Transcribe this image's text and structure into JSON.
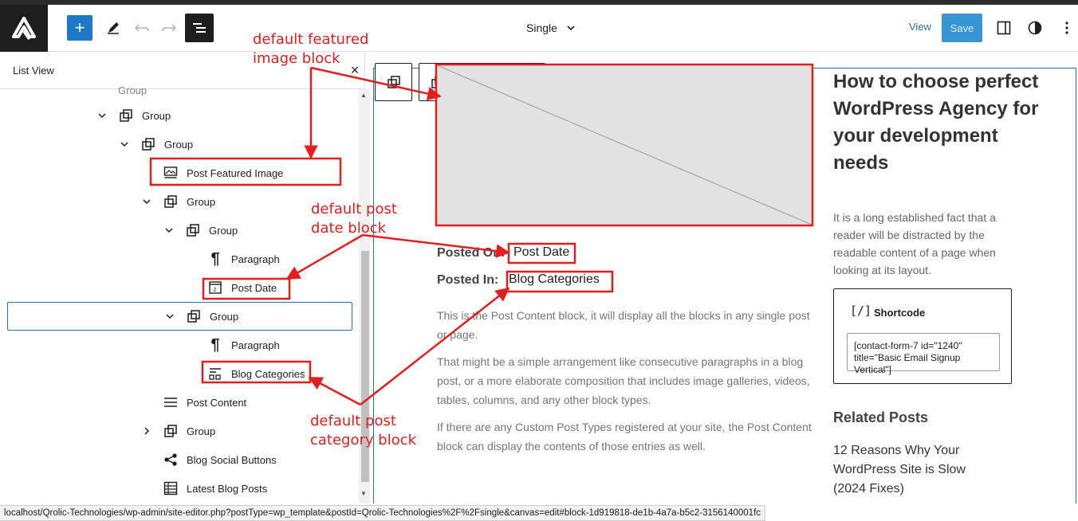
{
  "header": {
    "template_title": "Single",
    "view_label": "View",
    "save_label": "Save",
    "accent_color": "#1e78c8"
  },
  "sidebar": {
    "title": "List View",
    "close_label": "×",
    "items": [
      {
        "label": "Group",
        "icon": "group-icon",
        "chevron": "chevron-down-icon"
      },
      {
        "label": "Group",
        "icon": "group-icon",
        "chevron": "chevron-down-icon"
      },
      {
        "label": "Post Featured Image",
        "icon": "featured-image-icon"
      },
      {
        "label": "Group",
        "icon": "group-icon",
        "chevron": "chevron-down-icon"
      },
      {
        "label": "Group",
        "icon": "group-icon",
        "chevron": "chevron-down-icon"
      },
      {
        "label": "Paragraph",
        "icon": "paragraph-icon"
      },
      {
        "label": "Post Date",
        "icon": "post-date-icon"
      },
      {
        "label": "Group",
        "icon": "group-icon",
        "chevron": "chevron-down-icon"
      },
      {
        "label": "Paragraph",
        "icon": "paragraph-icon"
      },
      {
        "label": "Blog Categories",
        "icon": "categories-icon"
      },
      {
        "label": "Post Content",
        "icon": "post-content-icon"
      },
      {
        "label": "Group",
        "icon": "group-icon",
        "chevron": "chevron-right-icon"
      },
      {
        "label": "Blog Social Buttons",
        "icon": "share-icon"
      },
      {
        "label": "Latest Blog Posts",
        "icon": "latest-posts-icon"
      }
    ]
  },
  "canvas": {
    "posted_on_label": "Posted On:",
    "posted_on_value": "Post Date",
    "posted_in_label": "Posted In:",
    "posted_in_value": "Blog Categories",
    "content_paragraphs": [
      "This is the Post Content block, it will display all the blocks in any single post or page.",
      "That might be a simple arrangement like consecutive paragraphs in a blog post, or a more elaborate composition that includes image galleries, videos, tables, columns, and any other block types.",
      "If there are any Custom Post Types registered at your site, the Post Content block can display the contents of those entries as well."
    ],
    "right_column": {
      "post_title": "How to choose perfect WordPress Agency for your development needs",
      "excerpt": "It is a long established fact that a reader will be distracted by the readable content of a page when looking at its layout.",
      "shortcode_label": "Shortcode",
      "shortcode_icon": "[/]",
      "shortcode_value": "[contact-form-7 id=\"1240\" title=\"Basic Email Signup Vertical\"]",
      "related_heading": "Related Posts",
      "related_item": "12 Reasons Why Your WordPress Site is Slow (2024 Fixes)"
    }
  },
  "annotations": {
    "featured_image": "default featured\nimage block",
    "post_date": "default post\ndate block",
    "post_category": "default post\ncategory block",
    "color": "#e41e1e"
  },
  "status_bar": {
    "url": "localhost/Qrolic-Technologies/wp-admin/site-editor.php?postType=wp_template&postId=Qrolic-Technologies%2F%2Fsingle&canvas=edit#block-1d919818-de1b-4a7a-b5c2-3156140001fc"
  }
}
